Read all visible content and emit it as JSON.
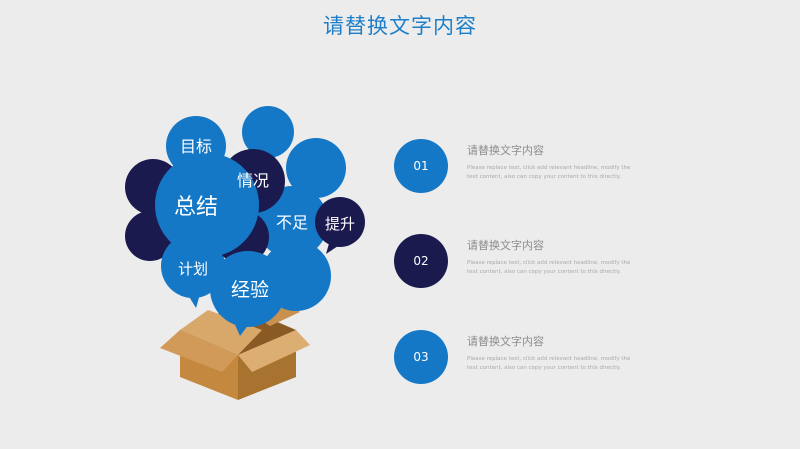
{
  "page": {
    "title": "请替换文字内容"
  },
  "bubbles": {
    "target": "目标",
    "situation": "情况",
    "summary": "总结",
    "shortcoming": "不足",
    "improve": "提升",
    "plan": "计划",
    "experience": "经验"
  },
  "items": [
    {
      "number": "01",
      "title": "请替换文字内容",
      "desc": "Please replace text, click add relevant headline, modify the text content, also can copy your content to this directly.",
      "color": "#1478c7"
    },
    {
      "number": "02",
      "title": "请替换文字内容",
      "desc": "Please replace text, click add relevant headline, modify the text content, also can copy your content to this directly.",
      "color": "#1b1a4f"
    },
    {
      "number": "03",
      "title": "请替换文字内容",
      "desc": "Please replace text, click add relevant headline, modify the text content, also can copy your content to this directly.",
      "color": "#1478c7"
    }
  ],
  "colors": {
    "blue": "#1478c7",
    "navy": "#1b1a4f",
    "title": "#1d7fc9",
    "box": "#c89150"
  }
}
